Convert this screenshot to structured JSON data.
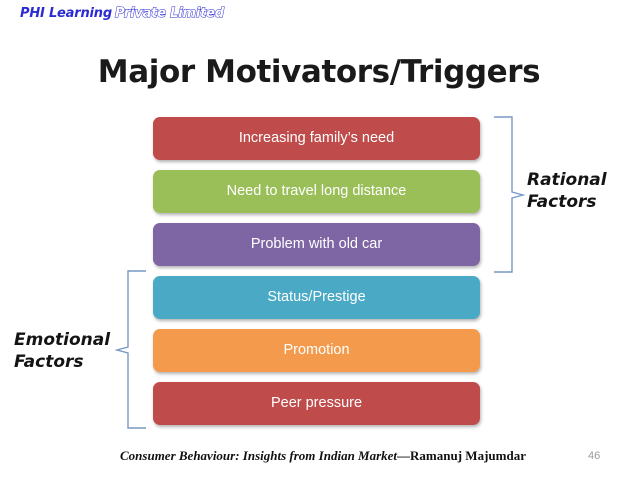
{
  "slide": {
    "title": "Major Motivators/Triggers",
    "background_color": "#ffffff"
  },
  "logo": {
    "primary_text": "PHI Learning",
    "secondary_text": "Private Limited",
    "color": "#2b2bd4"
  },
  "diagram": {
    "bars": [
      {
        "label": "Increasing family’s need",
        "color": "#c04b4b",
        "group": "rational"
      },
      {
        "label": "Need to travel long distance",
        "color": "#9abf58",
        "group": "rational"
      },
      {
        "label": "Problem with old car",
        "color": "#7e65a4",
        "group": "rational"
      },
      {
        "label": "Status/Prestige",
        "color": "#4aaac6",
        "group": "emotional"
      },
      {
        "label": "Promotion",
        "color": "#f49a4c",
        "group": "emotional"
      },
      {
        "label": "Peer pressure",
        "color": "#c04b4b",
        "group": "emotional"
      }
    ],
    "groups": {
      "rational": {
        "label": "Rational\nFactors",
        "bracket_color": "#7799c4"
      },
      "emotional": {
        "label": "Emotional\nFactors",
        "bracket_color": "#7799c4"
      }
    }
  },
  "footer": {
    "source_title": "Consumer Behaviour: Insights from Indian Market",
    "separator": "—",
    "author": "Ramanuj Majumdar",
    "page_number": "46"
  }
}
